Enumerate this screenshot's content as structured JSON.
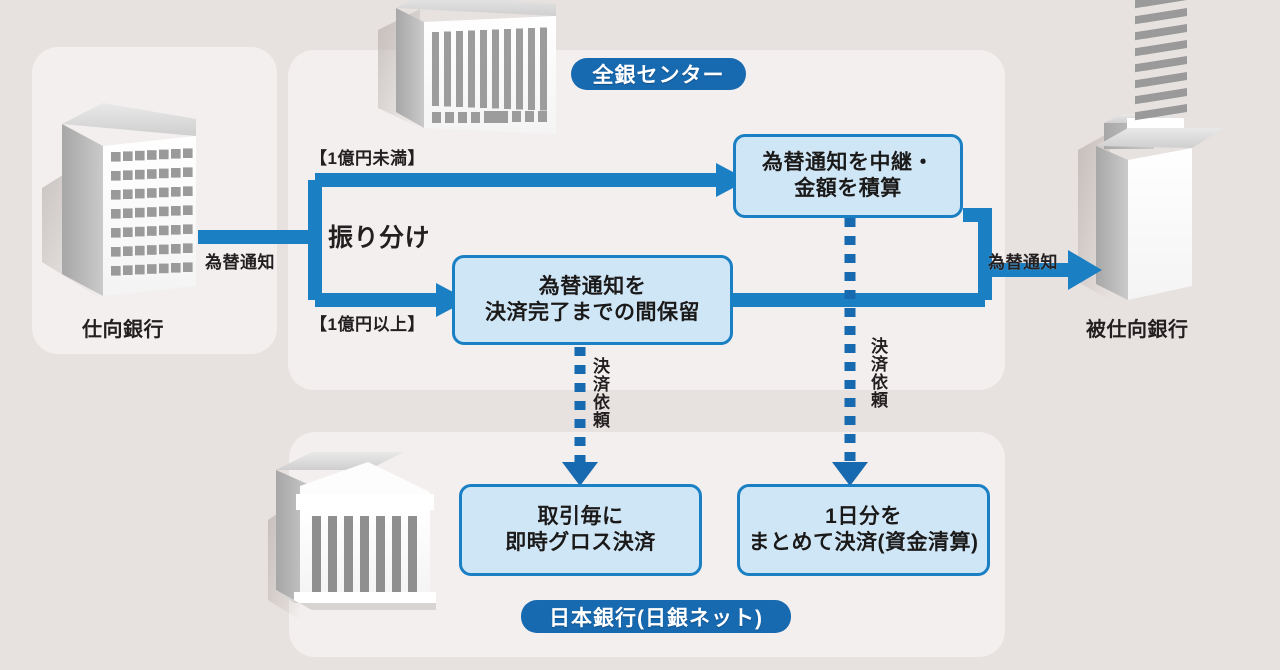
{
  "diagram": {
    "title_hidden": "",
    "accent_blue": "#1769b0",
    "line_blue": "#1b7fc4",
    "box_fill": "#cfe6f7",
    "panel_fill": "#f2efee",
    "page_bg": "#e7e1df"
  },
  "panels": [
    {
      "id": "sender",
      "label": ""
    },
    {
      "id": "zengin",
      "label": "全銀センター"
    },
    {
      "id": "boj",
      "label": "日本銀行(日銀ネット)"
    }
  ],
  "pills": {
    "zengin_center": "全銀センター",
    "bank_of_japan": "日本銀行(日銀ネット)"
  },
  "captions": {
    "sender_bank": "仕向銀行",
    "receiver_bank": "被仕向銀行",
    "exchange_notice_left": "為替通知",
    "exchange_notice_right": "為替通知",
    "under_one_oku": "【1億円未満】",
    "over_one_oku": "【1億円以上】",
    "sorting": "振り分け",
    "settlement_request_left": "決済依頼",
    "settlement_request_right": "決済依頼"
  },
  "boxes": {
    "relay": "為替通知を中継・\n金額を積算",
    "hold": "為替通知を\n決済完了までの間保留",
    "gross": "取引毎に\n即時グロス決済",
    "batch": "1日分を\nまとめて決済(資金清算)"
  },
  "icons": {
    "sender_bank": "bank-building-icon",
    "zengin_center": "office-building-icon",
    "receiver_bank": "bank-building-icon",
    "bank_of_japan": "classical-bank-building-icon",
    "arrow": "arrow-icon",
    "dashed_arrow": "dashed-arrow-icon"
  }
}
